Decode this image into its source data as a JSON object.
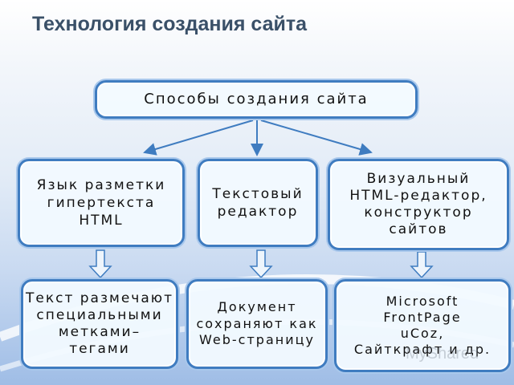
{
  "title": "Технология создания сайта",
  "root": "Способы создания сайта",
  "methods": [
    {
      "label": "Язык разметки\nгипертекста\nHTML",
      "detail": "Текст размечают\nспециальными\nметками–\nтегами"
    },
    {
      "label": "Текстовый\nредактор",
      "detail": "Документ\nсохраняют как\nWeb-страницу"
    },
    {
      "label": "Визуальный\nHTML-редактор,\nконструктор\nсайтов",
      "detail": "Microsoft\nFrontPage\nuCoz,\nСайткрафт и др."
    }
  ],
  "watermark": "MyShared",
  "colors": {
    "border": "#3f7cc0",
    "title": "#3a5068"
  }
}
